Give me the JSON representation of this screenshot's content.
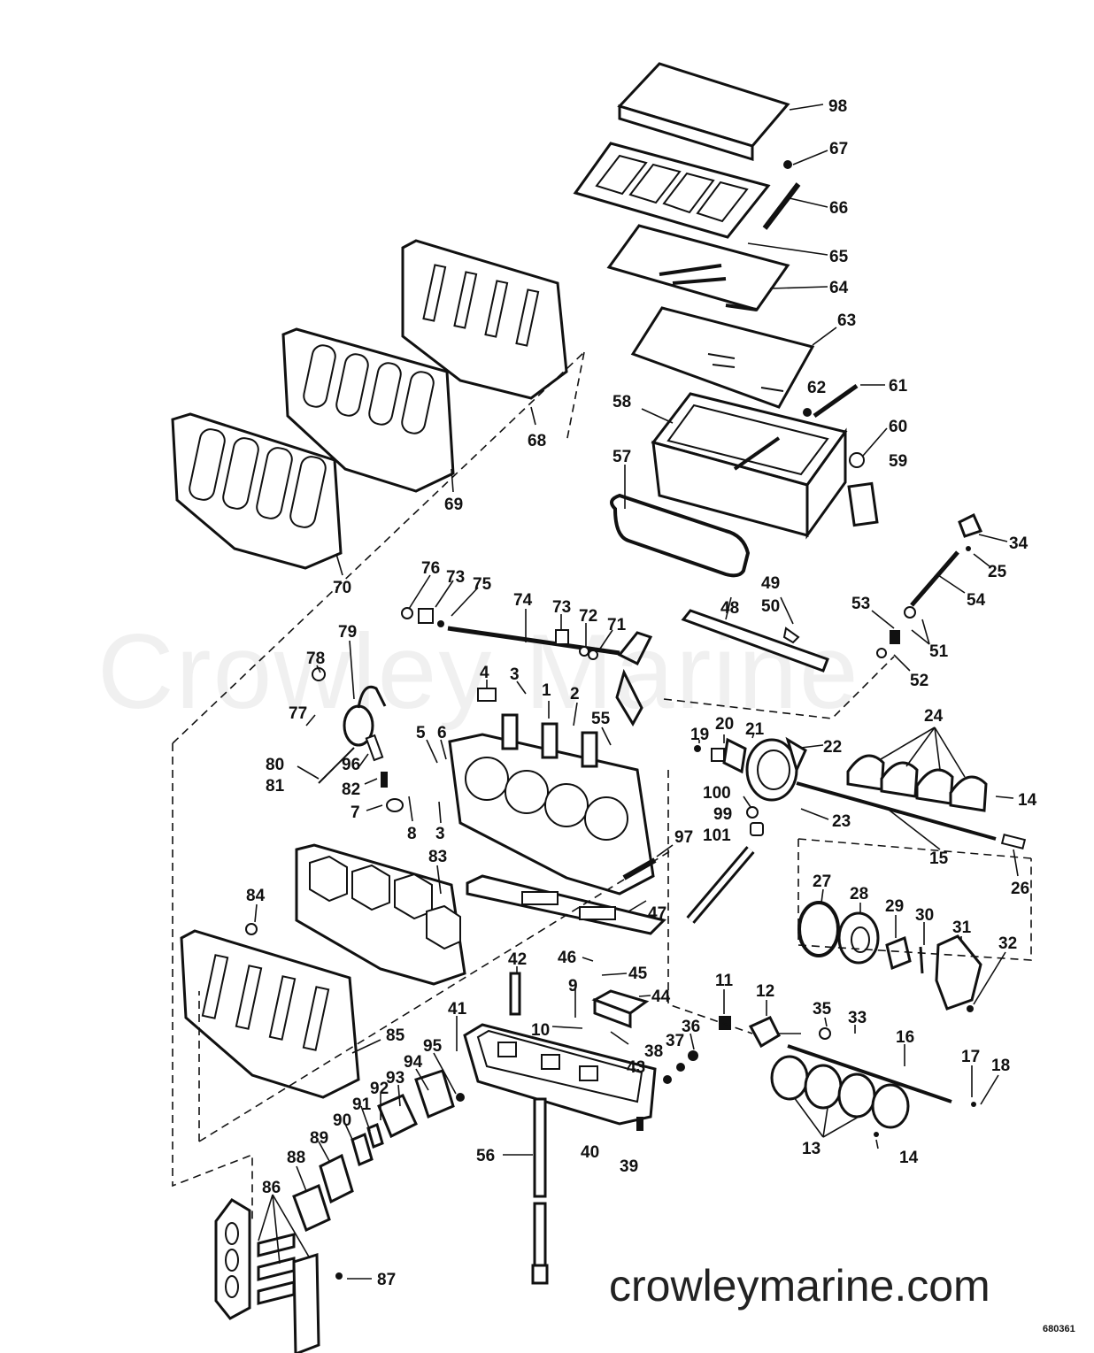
{
  "watermark": "Crowley Marine",
  "footer_url": "crowleymarine.com",
  "figure_ref": "680361",
  "callouts": [
    "98",
    "67",
    "66",
    "65",
    "64",
    "63",
    "62",
    "61",
    "60",
    "59",
    "58",
    "57",
    "34",
    "25",
    "54",
    "53",
    "51",
    "52",
    "49",
    "50",
    "48",
    "24",
    "14",
    "23",
    "15",
    "26",
    "22",
    "21",
    "20",
    "19",
    "100",
    "99",
    "101",
    "27",
    "28",
    "29",
    "30",
    "31",
    "32",
    "35",
    "33",
    "16",
    "17",
    "18",
    "13",
    "14",
    "12",
    "11",
    "36",
    "37",
    "38",
    "39",
    "40",
    "43",
    "44",
    "45",
    "46",
    "47",
    "97",
    "42",
    "9",
    "10",
    "41",
    "56",
    "95",
    "94",
    "93",
    "92",
    "91",
    "90",
    "89",
    "88",
    "86",
    "87",
    "85",
    "84",
    "83",
    "1",
    "2",
    "3",
    "4",
    "55",
    "3",
    "5",
    "6",
    "7",
    "8",
    "96",
    "82",
    "80",
    "81",
    "77",
    "78",
    "79",
    "76",
    "73",
    "75",
    "74",
    "73",
    "72",
    "71",
    "68",
    "69",
    "70"
  ]
}
